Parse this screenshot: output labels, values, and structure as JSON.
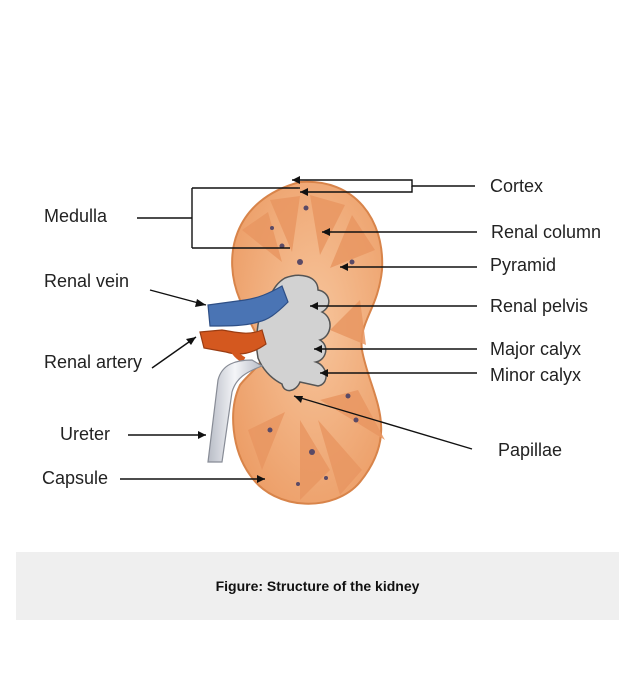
{
  "labels": {
    "medulla": "Medulla",
    "renal_vein": "Renal vein",
    "renal_artery": "Renal artery",
    "ureter": "Ureter",
    "capsule": "Capsule",
    "cortex": "Cortex",
    "renal_column": "Renal column",
    "pyramid": "Pyramid",
    "renal_pelvis": "Renal pelvis",
    "major_calyx": "Major calyx",
    "minor_calyx": "Minor calyx",
    "papillae": "Papillae"
  },
  "caption": "Figure: Structure of the kidney",
  "colors": {
    "kidney_fill": "#f2b07e",
    "kidney_edge": "#d8844a",
    "pyramid_fill": "#e99762",
    "pelvis_fill": "#cfcfcf",
    "vein": "#4a74b4",
    "artery": "#d4581f",
    "ureter": "#dfe2e8"
  }
}
